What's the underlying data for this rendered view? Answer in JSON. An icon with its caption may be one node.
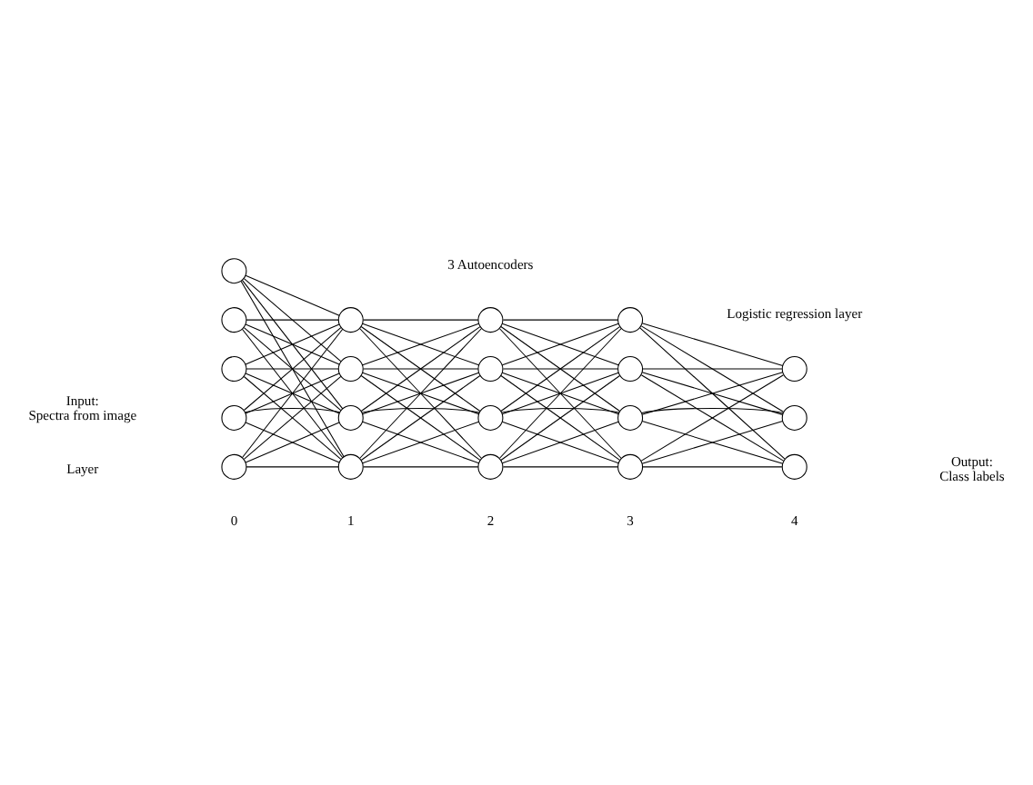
{
  "diagram": {
    "nodes": [
      {
        "text": [],
        "shape": "circle"
      },
      {
        "text": [],
        "shape": "circle"
      },
      {
        "text": [],
        "shape": "circle"
      },
      {
        "text": [],
        "shape": "circle"
      },
      {
        "text": [],
        "shape": "circle"
      },
      {
        "text": [],
        "shape": "circle"
      },
      {
        "text": [],
        "shape": "circle"
      },
      {
        "text": [],
        "shape": "circle"
      },
      {
        "text": [],
        "shape": "circle"
      },
      {
        "text": [],
        "shape": "circle"
      },
      {
        "text": [],
        "shape": "circle"
      },
      {
        "text": [],
        "shape": "circle"
      },
      {
        "text": [],
        "shape": "circle"
      },
      {
        "text": [],
        "shape": "circle"
      },
      {
        "text": [],
        "shape": "circle"
      },
      {
        "text": [],
        "shape": "circle"
      },
      {
        "text": [],
        "shape": "circle"
      },
      {
        "text": [],
        "shape": "circle"
      },
      {
        "text": [],
        "shape": "circle"
      },
      {
        "text": [],
        "shape": "circle"
      }
    ],
    "edges": [
      {
        "from": 0,
        "to": 5,
        "arrow": "none"
      },
      {
        "from": 0,
        "to": 6,
        "arrow": "none"
      },
      {
        "from": 0,
        "to": 7,
        "arrow": "none"
      },
      {
        "from": 0,
        "to": 8,
        "arrow": "none"
      },
      {
        "from": 1,
        "to": 5,
        "arrow": "none"
      },
      {
        "from": 1,
        "to": 6,
        "arrow": "none"
      },
      {
        "from": 1,
        "to": 7,
        "arrow": "none"
      },
      {
        "from": 1,
        "to": 8,
        "arrow": "none"
      },
      {
        "from": 2,
        "to": 5,
        "arrow": "none"
      },
      {
        "from": 2,
        "to": 6,
        "arrow": "none"
      },
      {
        "from": 2,
        "to": 7,
        "arrow": "none"
      },
      {
        "from": 2,
        "to": 8,
        "arrow": "none"
      },
      {
        "from": 3,
        "to": 5,
        "arrow": "none"
      },
      {
        "from": 3,
        "to": 6,
        "arrow": "none"
      },
      {
        "from": 3,
        "to": 7,
        "arrow": "none"
      },
      {
        "from": 3,
        "to": 8,
        "arrow": "none"
      },
      {
        "from": 4,
        "to": 5,
        "arrow": "none"
      },
      {
        "from": 4,
        "to": 6,
        "arrow": "none"
      },
      {
        "from": 4,
        "to": 7,
        "arrow": "none"
      },
      {
        "from": 4,
        "to": 8,
        "arrow": "none"
      },
      {
        "from": 5,
        "to": 9,
        "arrow": "none"
      },
      {
        "from": 5,
        "to": 10,
        "arrow": "none"
      },
      {
        "from": 5,
        "to": 11,
        "arrow": "none"
      },
      {
        "from": 5,
        "to": 12,
        "arrow": "none"
      },
      {
        "from": 6,
        "to": 9,
        "arrow": "none"
      },
      {
        "from": 6,
        "to": 10,
        "arrow": "none"
      },
      {
        "from": 6,
        "to": 11,
        "arrow": "none"
      },
      {
        "from": 6,
        "to": 12,
        "arrow": "none"
      },
      {
        "from": 7,
        "to": 9,
        "arrow": "none"
      },
      {
        "from": 7,
        "to": 10,
        "arrow": "none"
      },
      {
        "from": 7,
        "to": 11,
        "arrow": "none"
      },
      {
        "from": 7,
        "to": 12,
        "arrow": "none"
      },
      {
        "from": 8,
        "to": 9,
        "arrow": "none"
      },
      {
        "from": 8,
        "to": 10,
        "arrow": "none"
      },
      {
        "from": 8,
        "to": 11,
        "arrow": "none"
      },
      {
        "from": 8,
        "to": 12,
        "arrow": "none"
      },
      {
        "from": 9,
        "to": 13,
        "arrow": "none"
      },
      {
        "from": 9,
        "to": 14,
        "arrow": "none"
      },
      {
        "from": 9,
        "to": 15,
        "arrow": "none"
      },
      {
        "from": 9,
        "to": 16,
        "arrow": "none"
      },
      {
        "from": 10,
        "to": 13,
        "arrow": "none"
      },
      {
        "from": 10,
        "to": 14,
        "arrow": "none"
      },
      {
        "from": 10,
        "to": 15,
        "arrow": "none"
      },
      {
        "from": 10,
        "to": 16,
        "arrow": "none"
      },
      {
        "from": 11,
        "to": 13,
        "arrow": "none"
      },
      {
        "from": 11,
        "to": 14,
        "arrow": "none"
      },
      {
        "from": 11,
        "to": 15,
        "arrow": "none"
      },
      {
        "from": 11,
        "to": 16,
        "arrow": "none"
      },
      {
        "from": 12,
        "to": 13,
        "arrow": "none"
      },
      {
        "from": 12,
        "to": 14,
        "arrow": "none"
      },
      {
        "from": 12,
        "to": 15,
        "arrow": "none"
      },
      {
        "from": 12,
        "to": 16,
        "arrow": "none"
      },
      {
        "from": 13,
        "to": 17,
        "arrow": "none"
      },
      {
        "from": 13,
        "to": 18,
        "arrow": "none"
      },
      {
        "from": 13,
        "to": 19,
        "arrow": "none"
      },
      {
        "from": 14,
        "to": 17,
        "arrow": "none"
      },
      {
        "from": 14,
        "to": 18,
        "arrow": "none"
      },
      {
        "from": 14,
        "to": 19,
        "arrow": "none"
      },
      {
        "from": 15,
        "to": 17,
        "arrow": "none"
      },
      {
        "from": 15,
        "to": 18,
        "arrow": "none"
      },
      {
        "from": 15,
        "to": 19,
        "arrow": "none"
      },
      {
        "from": 16,
        "to": 17,
        "arrow": "none"
      },
      {
        "from": 16,
        "to": 18,
        "arrow": "none"
      },
      {
        "from": 16,
        "to": 19,
        "arrow": "none"
      }
    ],
    "labels": [
      "Logistic regression layer",
      "3 Autoencoders",
      "Input: Spectra from image",
      "Output: Class labels",
      "Layer",
      "0",
      "1",
      "2",
      "3",
      "4"
    ]
  }
}
